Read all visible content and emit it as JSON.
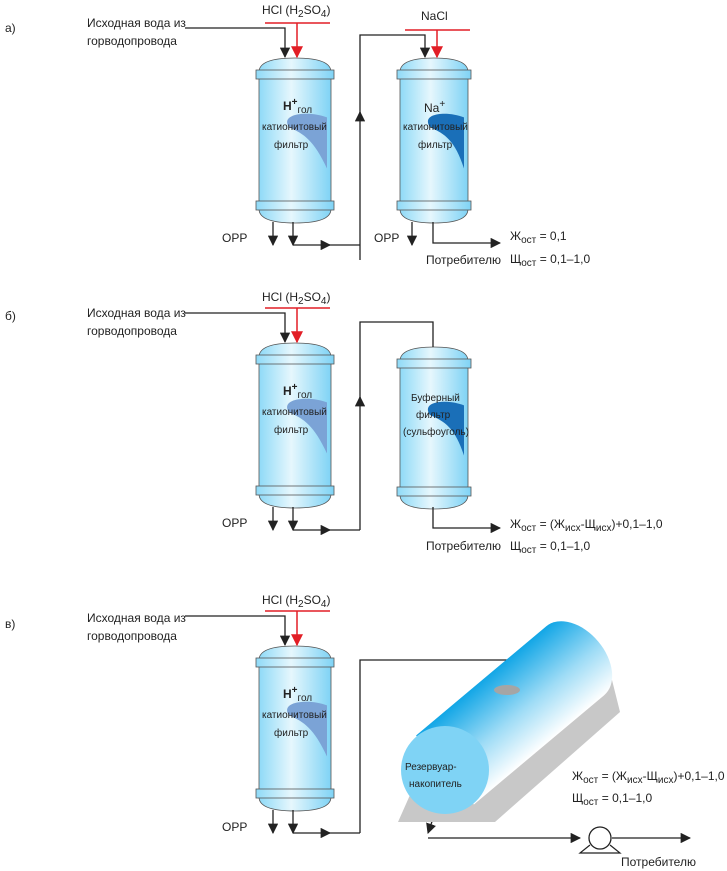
{
  "sections": {
    "a": {
      "label": "а)",
      "source_1": "Исходная вода из",
      "source_2": "горводопровода",
      "acid": "HCl (H",
      "acid_sub": "2",
      "acid_mid": "SO",
      "acid_sub2": "4",
      "acid_end": ")",
      "filter1": {
        "line1": "H",
        "sup": "+",
        "sub": "гол",
        "line2": "катионитовый",
        "line3": "фильтр"
      },
      "salt": "NaCl",
      "filter2": {
        "line1": "Na",
        "sup": "+",
        "line2": "катионитовый",
        "line3": "фильтр"
      },
      "drain1": "ОРР",
      "drain2": "ОРР",
      "consumer": "Потребителю",
      "f1": "Ж",
      "f1_sub": "ост",
      "f1_val": " = 0,1",
      "f2": "Щ",
      "f2_sub": "ост",
      "f2_val": " = 0,1–1,0"
    },
    "b": {
      "label": "б)",
      "source_1": "Исходная вода из",
      "source_2": "горводопровода",
      "acid": "HCl (H",
      "acid_sub": "2",
      "acid_mid": "SO",
      "acid_sub2": "4",
      "acid_end": ")",
      "filter1": {
        "line1": "H",
        "sup": "+",
        "sub": "гол",
        "line2": "катионитовый",
        "line3": "фильтр"
      },
      "filter2": {
        "line1": "Буферный",
        "line2": "фильтр",
        "line3": "(сульфоуголь)"
      },
      "drain1": "ОРР",
      "consumer": "Потребителю",
      "f1": "Ж",
      "f1_sub": "ост",
      "f1_mid": " = (Ж",
      "f1_sub2": "исх",
      "f1_mid2": "-Щ",
      "f1_sub3": "исх",
      "f1_end": ")+0,1–1,0",
      "f2": "Щ",
      "f2_sub": "ост",
      "f2_val": " = 0,1–1,0"
    },
    "c": {
      "label": "в)",
      "source_1": "Исходная вода из",
      "source_2": "горводопровода",
      "acid": "HCl (H",
      "acid_sub": "2",
      "acid_mid": "SO",
      "acid_sub2": "4",
      "acid_end": ")",
      "filter1": {
        "line1": "H",
        "sup": "+",
        "sub": "гол",
        "line2": "катионитовый",
        "line3": "фильтр"
      },
      "tank_1": "Резервуар-",
      "tank_2": "накопитель",
      "drain1": "ОРР",
      "consumer": "Потребителю",
      "f1": "Ж",
      "f1_sub": "ост",
      "f1_mid": " = (Ж",
      "f1_sub2": "исх",
      "f1_mid2": "-Щ",
      "f1_sub3": "исх",
      "f1_end": ")+0,1–1,0",
      "f2": "Щ",
      "f2_sub": "ост",
      "f2_val": " = 0,1–1,0"
    }
  },
  "colors": {
    "filter_body": "#7fd3f5",
    "resin_h": "#7ba3d6",
    "resin_na": "#1a6fb8",
    "red": "#e21e26",
    "support": "#c8c8c8"
  }
}
